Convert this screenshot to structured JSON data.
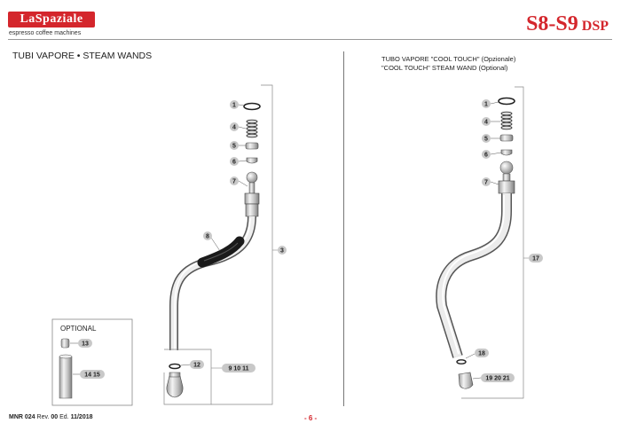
{
  "header": {
    "logo_text": "LaSpaziale",
    "logo_tagline": "espresso coffee machines",
    "model": "S8-S9",
    "model_suffix": "DSP"
  },
  "section": {
    "title": "TUBI VAPORE • STEAM WANDS",
    "right_title_line1": "TUBO VAPORE \"COOL TOUCH\" (Opzionale)",
    "right_title_line2": "\"COOL TOUCH\" STEAM WAND (Optional)"
  },
  "left_diagram": {
    "optional_label": "OPTIONAL",
    "callouts": {
      "c1": "1",
      "c4": "4",
      "c5": "5",
      "c6": "6",
      "c7": "7",
      "c8": "8",
      "c3": "3",
      "c12": "12",
      "c9": "9 10 11",
      "c13": "13",
      "c14": "14 15"
    }
  },
  "right_diagram": {
    "callouts": {
      "c1": "1",
      "c4": "4",
      "c5": "5",
      "c6": "6",
      "c7": "7",
      "c17": "17",
      "c18": "18",
      "c19": "19 20 21"
    }
  },
  "footer": {
    "doc_code": "MNR 024",
    "rev_label": "Rev.",
    "rev": "00",
    "ed_label": "Ed.",
    "edition": "11/2018",
    "page": "- 6 -"
  },
  "colors": {
    "brand_red": "#d4262c",
    "callout_fill": "#c8c8c8"
  }
}
